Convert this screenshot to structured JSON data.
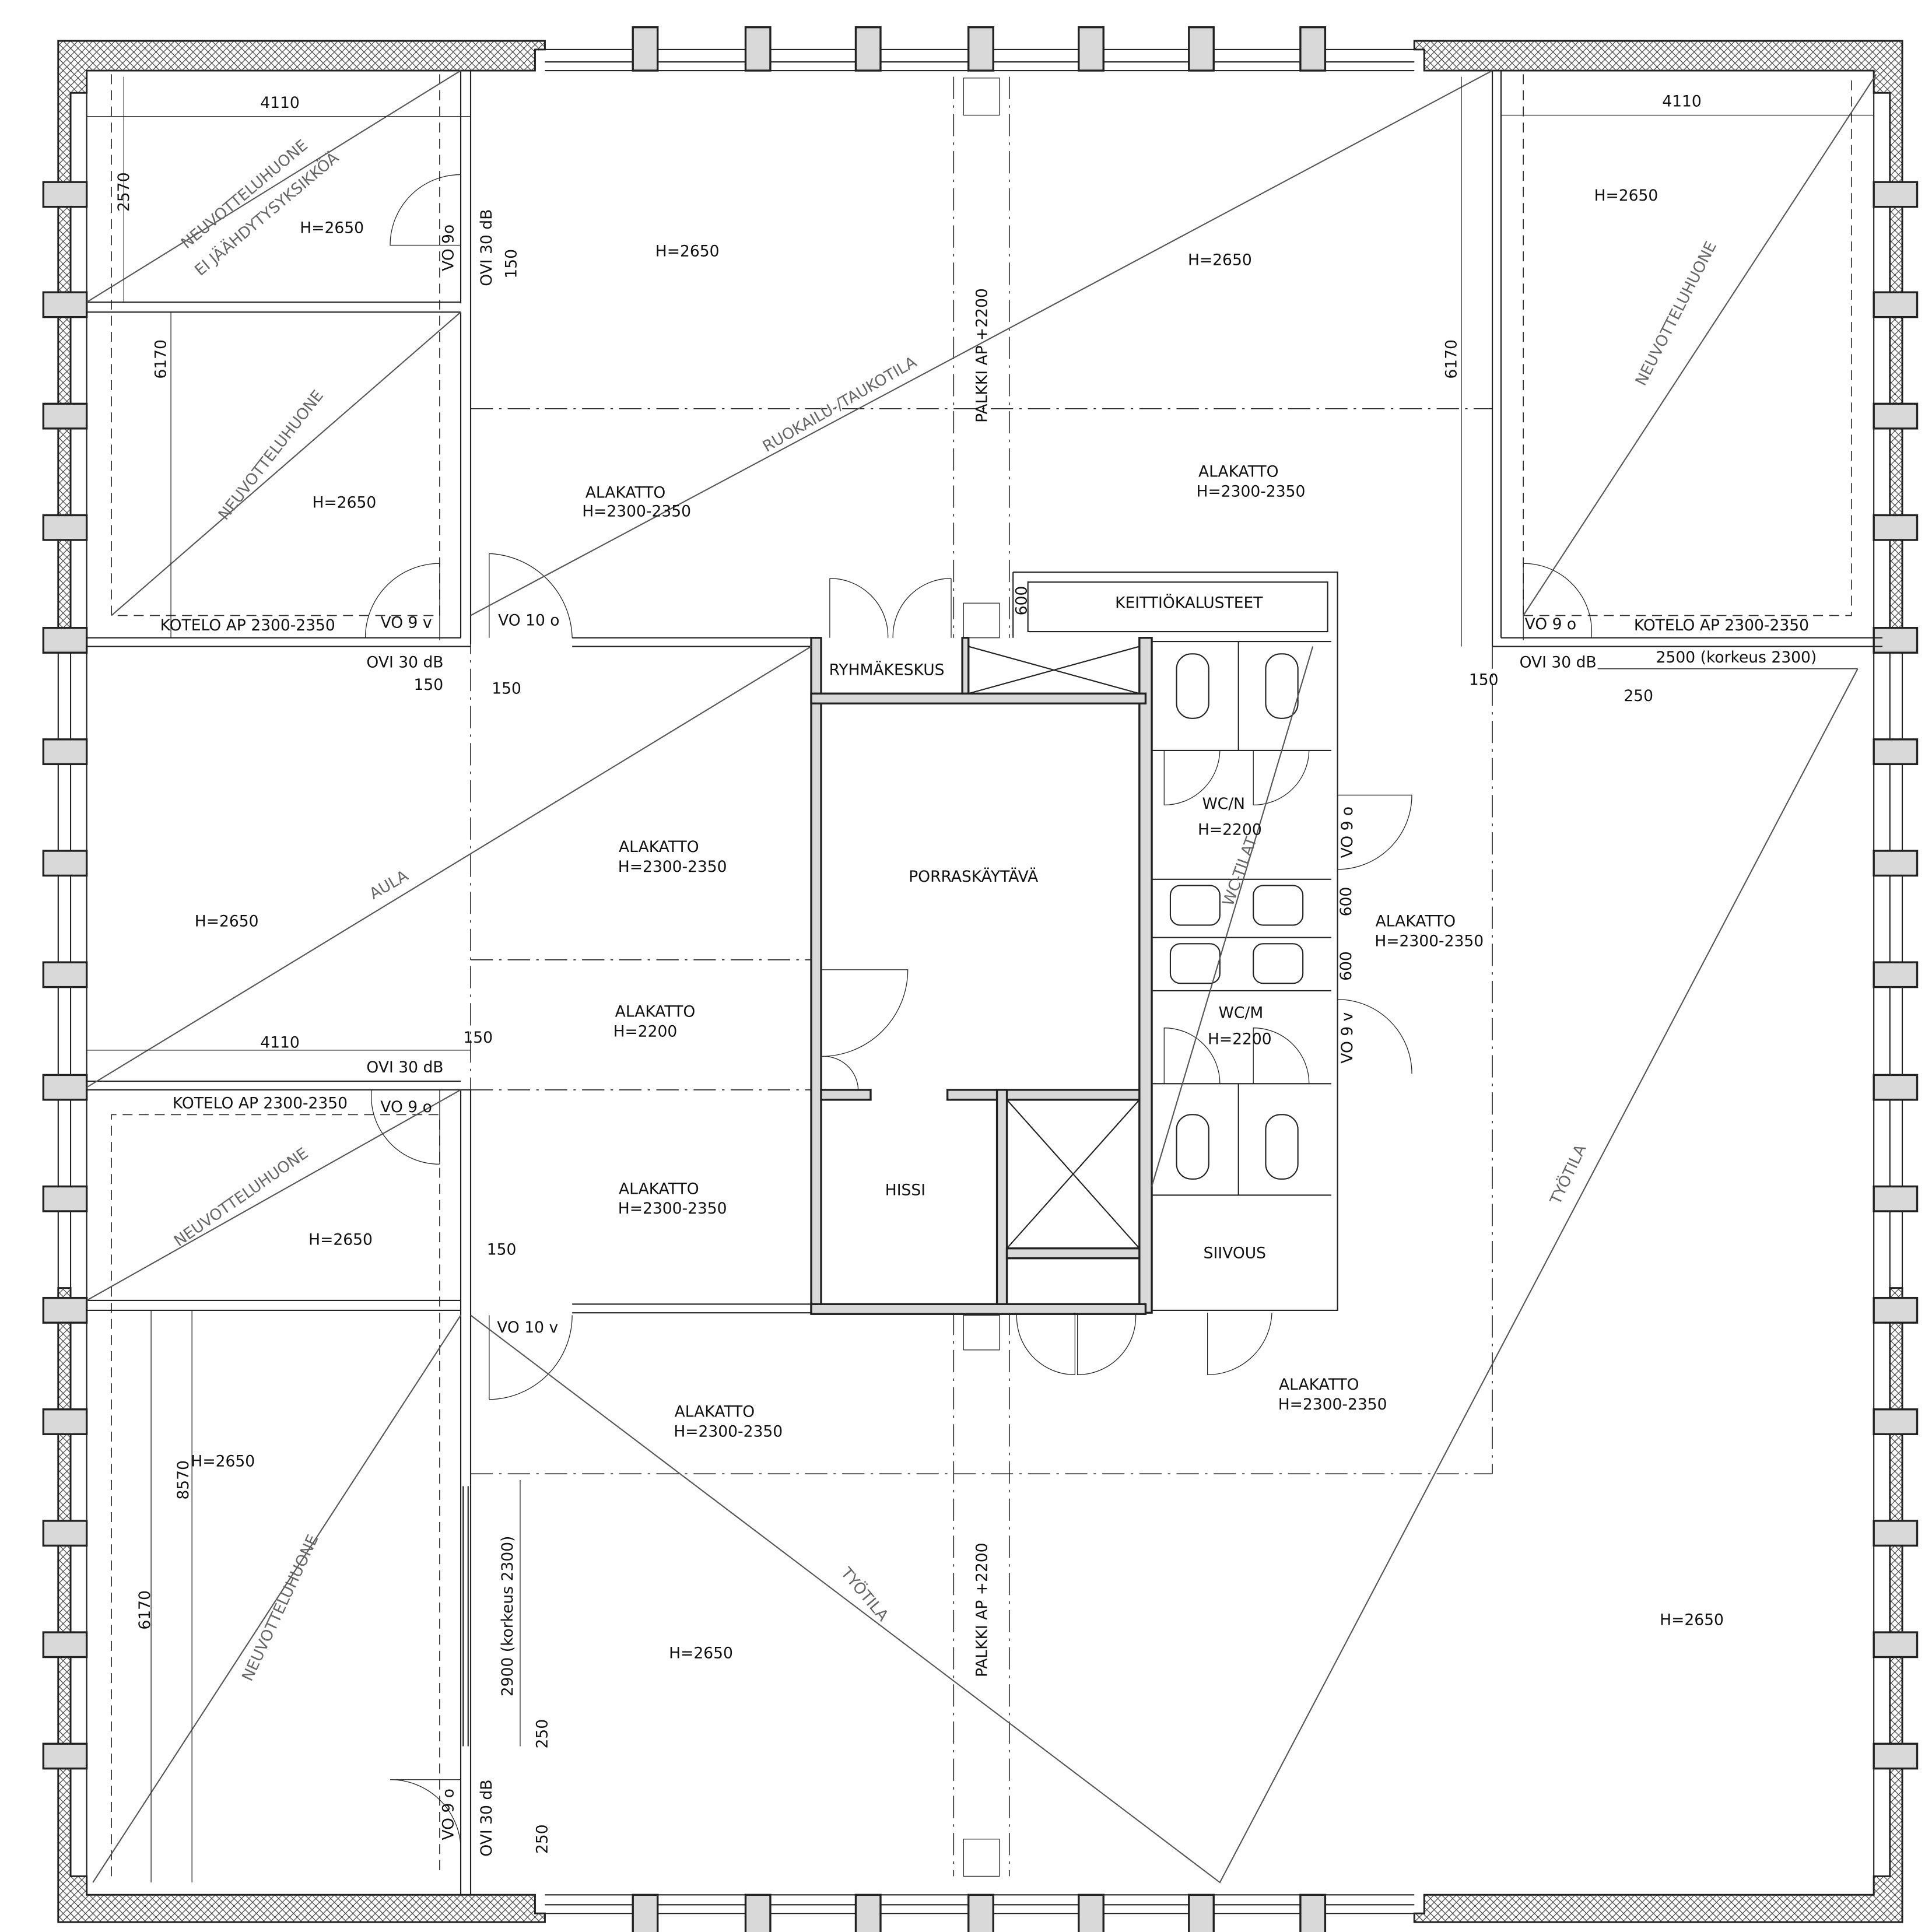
{
  "drawing_type": "floor plan",
  "colors": {
    "line": "#222222",
    "wall_fill": "#d9d9d9",
    "room_label": "#666666"
  },
  "labels": [
    "NEUVOTTELUHUONE",
    "EI JÄÄHDYTYSYKSIKKÖÄ",
    "H=2650",
    "4110",
    "2570",
    "6170",
    "VO 9o",
    "OVI 30 dB",
    "150",
    "H=2650",
    "H=2650",
    "PALKKI AP +2200",
    "RUOKAILU-/TAUKOTILA",
    "NEUVOTTELUHUONE",
    "H=2650",
    "ALAKATTO",
    "H=2300-2350",
    "ALAKATTO",
    "H=2300-2350",
    "6170",
    "4110",
    "H=2650",
    "NEUVOTTELUHUONE",
    "KOTELO AP 2300-2350",
    "VO 9 v",
    "VO 10 o",
    "OVI 30 dB",
    "150",
    "150",
    "600",
    "KEITTIÖKALUSTEET",
    "RYHMÄKESKUS",
    "VO 9 o",
    "KOTELO AP 2300-2350",
    "150",
    "OVI 30 dB",
    "2500 (korkeus 2300)",
    "250",
    "WC/N",
    "H=2200",
    "WC-TILAT",
    "VO 9 o",
    "PORRASKÄYTÄVÄ",
    "ALAKATTO",
    "H=2300-2350",
    "AULA",
    "H=2650",
    "600",
    "600",
    "ALAKATTO",
    "H=2300-2350",
    "ALAKATTO",
    "H=2200",
    "WC/M",
    "H=2200",
    "VO 9 v",
    "4110",
    "150",
    "OVI 30 dB",
    "KOTELO AP 2300-2350",
    "VO 9 o",
    "NEUVOTTELUHUONE",
    "ALAKATTO",
    "H=2300-2350",
    "HISSI",
    "H=2650",
    "150",
    "SIIVOUS",
    "VO 10 v",
    "ALAKATTO",
    "H=2300-2350",
    "ALAKATTO",
    "H=2300-2350",
    "H=2650",
    "8570",
    "TYÖTILA",
    "TYÖTILA",
    "2900 (korkeus 2300)",
    "PALKKI AP +2200",
    "NEUVOTTELUHUONE",
    "6170",
    "H=2650",
    "H=2650",
    "250",
    "VO 9 o",
    "OVI 30 dB",
    "250"
  ]
}
